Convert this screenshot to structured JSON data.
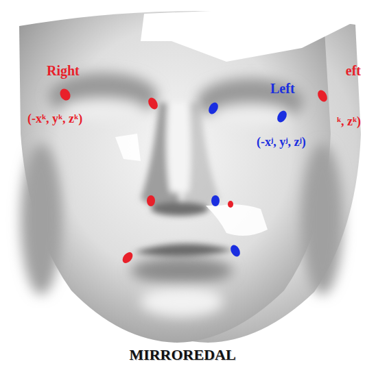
{
  "diagram": {
    "labels": [
      "Right",
      "(-xᵏ, yᵏ, zᵏ)",
      "eft",
      "Left",
      "(-xʲ, yʲ, zʲ)",
      "ᵏ, zᵏ)",
      "MIRROREDAL"
    ]
  }
}
